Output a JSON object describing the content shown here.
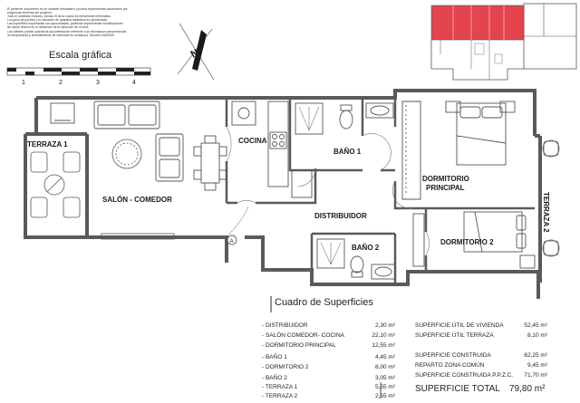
{
  "disclaimer_lines": [
    "El presente documento es de carácter informativo y podría experimentar variaciones por",
    "exigencias técnicas del proyecto.",
    "Todo el mobiliario incluido, incluso el de la cocina es meramente informativo.",
    "Los giros de puertas y la ubicación de aparatos sanitarios es aproximada.",
    "Las superficies expresadas son aproximadas, pudiendo experimentar modificaciones",
    "de índole técnica en el desarrollo de la ejecución de la obra.",
    "Los clientes podrán solicitar la documentación referente a la información precontractual",
    "la compraventa y arrendamiento de viviendas en Andalucía. Decreto 218/2005"
  ],
  "scale": {
    "title": "Escala gráfica",
    "ticks": [
      "1",
      "2",
      "3",
      "4"
    ]
  },
  "rooms": {
    "terraza1": "TERRAZA 1",
    "salon": "SALÓN - COMEDOR",
    "cocina": "COCINA",
    "bano1": "BAÑO 1",
    "dormitorio_principal_1": "DORMITORIO",
    "dormitorio_principal_2": "PRINCIPAL",
    "distribuidor": "DISTRIBUIDOR",
    "bano2": "BAÑO 2",
    "dormitorio2": "DORMITORIO 2",
    "terraza2": "TERRAZA 2",
    "marker_a": "A"
  },
  "table": {
    "title": "Cuadro de Superficies",
    "rooms": [
      {
        "name": "- DISTRIBUIDOR",
        "value": "2,30 m²"
      },
      {
        "name": "- SALÓN COMEDOR- COCINA",
        "value": "22,10 m²"
      },
      {
        "name": "- DORMITORIO PRINCIPAL",
        "value": "12,55 m²"
      },
      {
        "name": "- BAÑO 1",
        "value": "4,45 m²"
      },
      {
        "name": "- DORMITORIO 2",
        "value": "8,00 m²"
      },
      {
        "name": "- BAÑO 2",
        "value": "3,05 m²"
      },
      {
        "name": "- TERRAZA 1",
        "value": "5,55 m²"
      },
      {
        "name": "- TERRAZA 2",
        "value": "2,55 m²"
      }
    ],
    "summary": [
      {
        "name": "SUPERFICIE ÚTIL DE VIVIENDA",
        "value": "52,45 m²"
      },
      {
        "name": "SUPERFICIE ÚTIL TERRAZA",
        "value": "8,10 m²"
      },
      {
        "name": "SUPERFICIE CONSTRUIDA",
        "value": "62,25 m²"
      },
      {
        "name": "REPARTO ZONA COMÚN",
        "value": "9,45 m²"
      },
      {
        "name": "SUPERFICIE CONSTRUIDA P.P.Z.C.",
        "value": "71,70 m²"
      }
    ],
    "total_label": "SUPERFICIE TOTAL",
    "total_value": "79,80 m²"
  },
  "colors": {
    "wall": "#5a5a5a",
    "highlight": "#e0303a"
  }
}
